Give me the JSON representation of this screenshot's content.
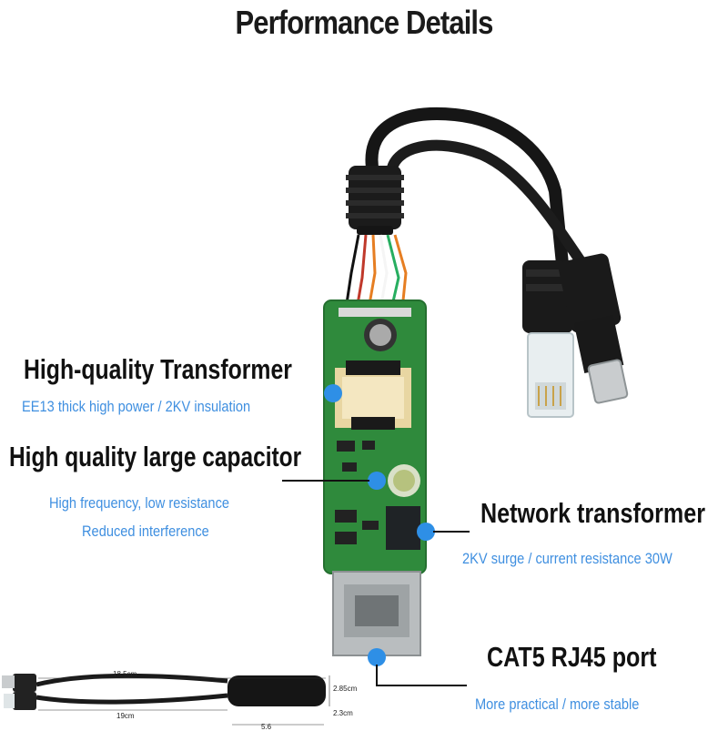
{
  "title": "Performance Details",
  "features": {
    "transformer": {
      "heading": "High-quality Transformer",
      "detail": "EE13 thick high power / 2KV insulation"
    },
    "capacitor": {
      "heading": "High quality large capacitor",
      "detail_line1": "High frequency, low resistance",
      "detail_line2": "Reduced interference"
    },
    "network_transformer": {
      "heading": "Network transformer",
      "detail": "2KV surge / current resistance 30W"
    },
    "port": {
      "heading": "CAT5 RJ45 port",
      "detail": "More practical / more stable"
    }
  },
  "dimensions": {
    "length_top": "18.5cm",
    "length_bottom": "19cm",
    "height_top": "2.85cm",
    "height_bottom": "2.3cm",
    "width_partial": "5.6"
  },
  "colors": {
    "accent_blue": "#3f8fe0",
    "dot_blue": "#2e8fe6",
    "pcb_green": "#2f8a3c"
  }
}
